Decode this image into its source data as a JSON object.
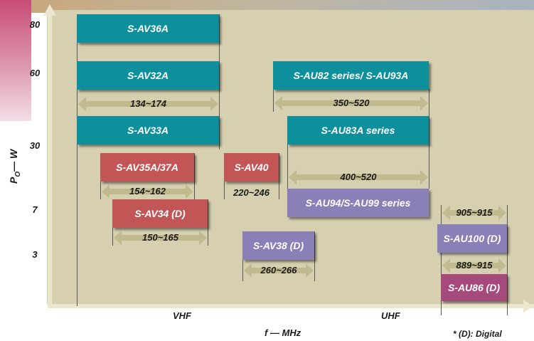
{
  "chart_data": {
    "type": "range-bar",
    "ylabel": "P",
    "ylabel_sub": "O",
    "ylabel_rest": "— W",
    "xlabel": "f — MHz",
    "y_ticks": [
      "80",
      "60",
      "30",
      "7",
      "3"
    ],
    "x_categories": [
      "VHF",
      "UHF"
    ],
    "note": "* (D): Digital",
    "products": [
      {
        "name": "S-AV36A",
        "power_w": "80",
        "band": "VHF",
        "color": "#0e8f9c"
      },
      {
        "name": "S-AV32A",
        "power_w": "60",
        "band": "VHF",
        "color": "#0e8f9c"
      },
      {
        "name": "S-AV33A",
        "power_w": "30",
        "band": "VHF",
        "color": "#0e8f9c"
      },
      {
        "name": "S-AU82 series/ S-AU93A",
        "power_w": "60",
        "band": "UHF",
        "color": "#0e8f9c"
      },
      {
        "name": "S-AU83A series",
        "power_w": "30",
        "band": "UHF",
        "color": "#0e8f9c"
      },
      {
        "name": "S-AV35A/37A",
        "power_w": "25",
        "band": "VHF",
        "color": "#c25656"
      },
      {
        "name": "S-AV40",
        "power_w": "25",
        "band": "VHF",
        "color": "#c25656"
      },
      {
        "name": "S-AV34 (D)",
        "power_w": "7",
        "band": "VHF",
        "color": "#c25656"
      },
      {
        "name": "S-AU94/S-AU99 series",
        "power_w": "7",
        "band": "UHF",
        "color": "#8a7fb6"
      },
      {
        "name": "S-AV38 (D)",
        "power_w": "3",
        "band": "VHF",
        "color": "#8a7fb6"
      },
      {
        "name": "S-AU100 (D)",
        "power_w": "3",
        "band": "UHF",
        "color": "#8a7fb6"
      },
      {
        "name": "S-AU86 (D)",
        "power_w": "1",
        "band": "UHF",
        "color": "#a64a7c"
      }
    ],
    "ranges": [
      {
        "label": "134~174",
        "low_mhz": 134,
        "high_mhz": 174
      },
      {
        "label": "350~520",
        "low_mhz": 350,
        "high_mhz": 520
      },
      {
        "label": "154~162",
        "low_mhz": 154,
        "high_mhz": 162
      },
      {
        "label": "220~246",
        "low_mhz": 220,
        "high_mhz": 246
      },
      {
        "label": "400~520",
        "low_mhz": 400,
        "high_mhz": 520
      },
      {
        "label": "150~165",
        "low_mhz": 150,
        "high_mhz": 165
      },
      {
        "label": "260~266",
        "low_mhz": 260,
        "high_mhz": 266
      },
      {
        "label": "905~915",
        "low_mhz": 905,
        "high_mhz": 915
      },
      {
        "label": "889~915",
        "low_mhz": 889,
        "high_mhz": 915
      }
    ],
    "colors": {
      "plot_bg": "#d6d0b0",
      "axis": "#e8e2c8",
      "range_arrow": "#c0ba8e"
    }
  }
}
